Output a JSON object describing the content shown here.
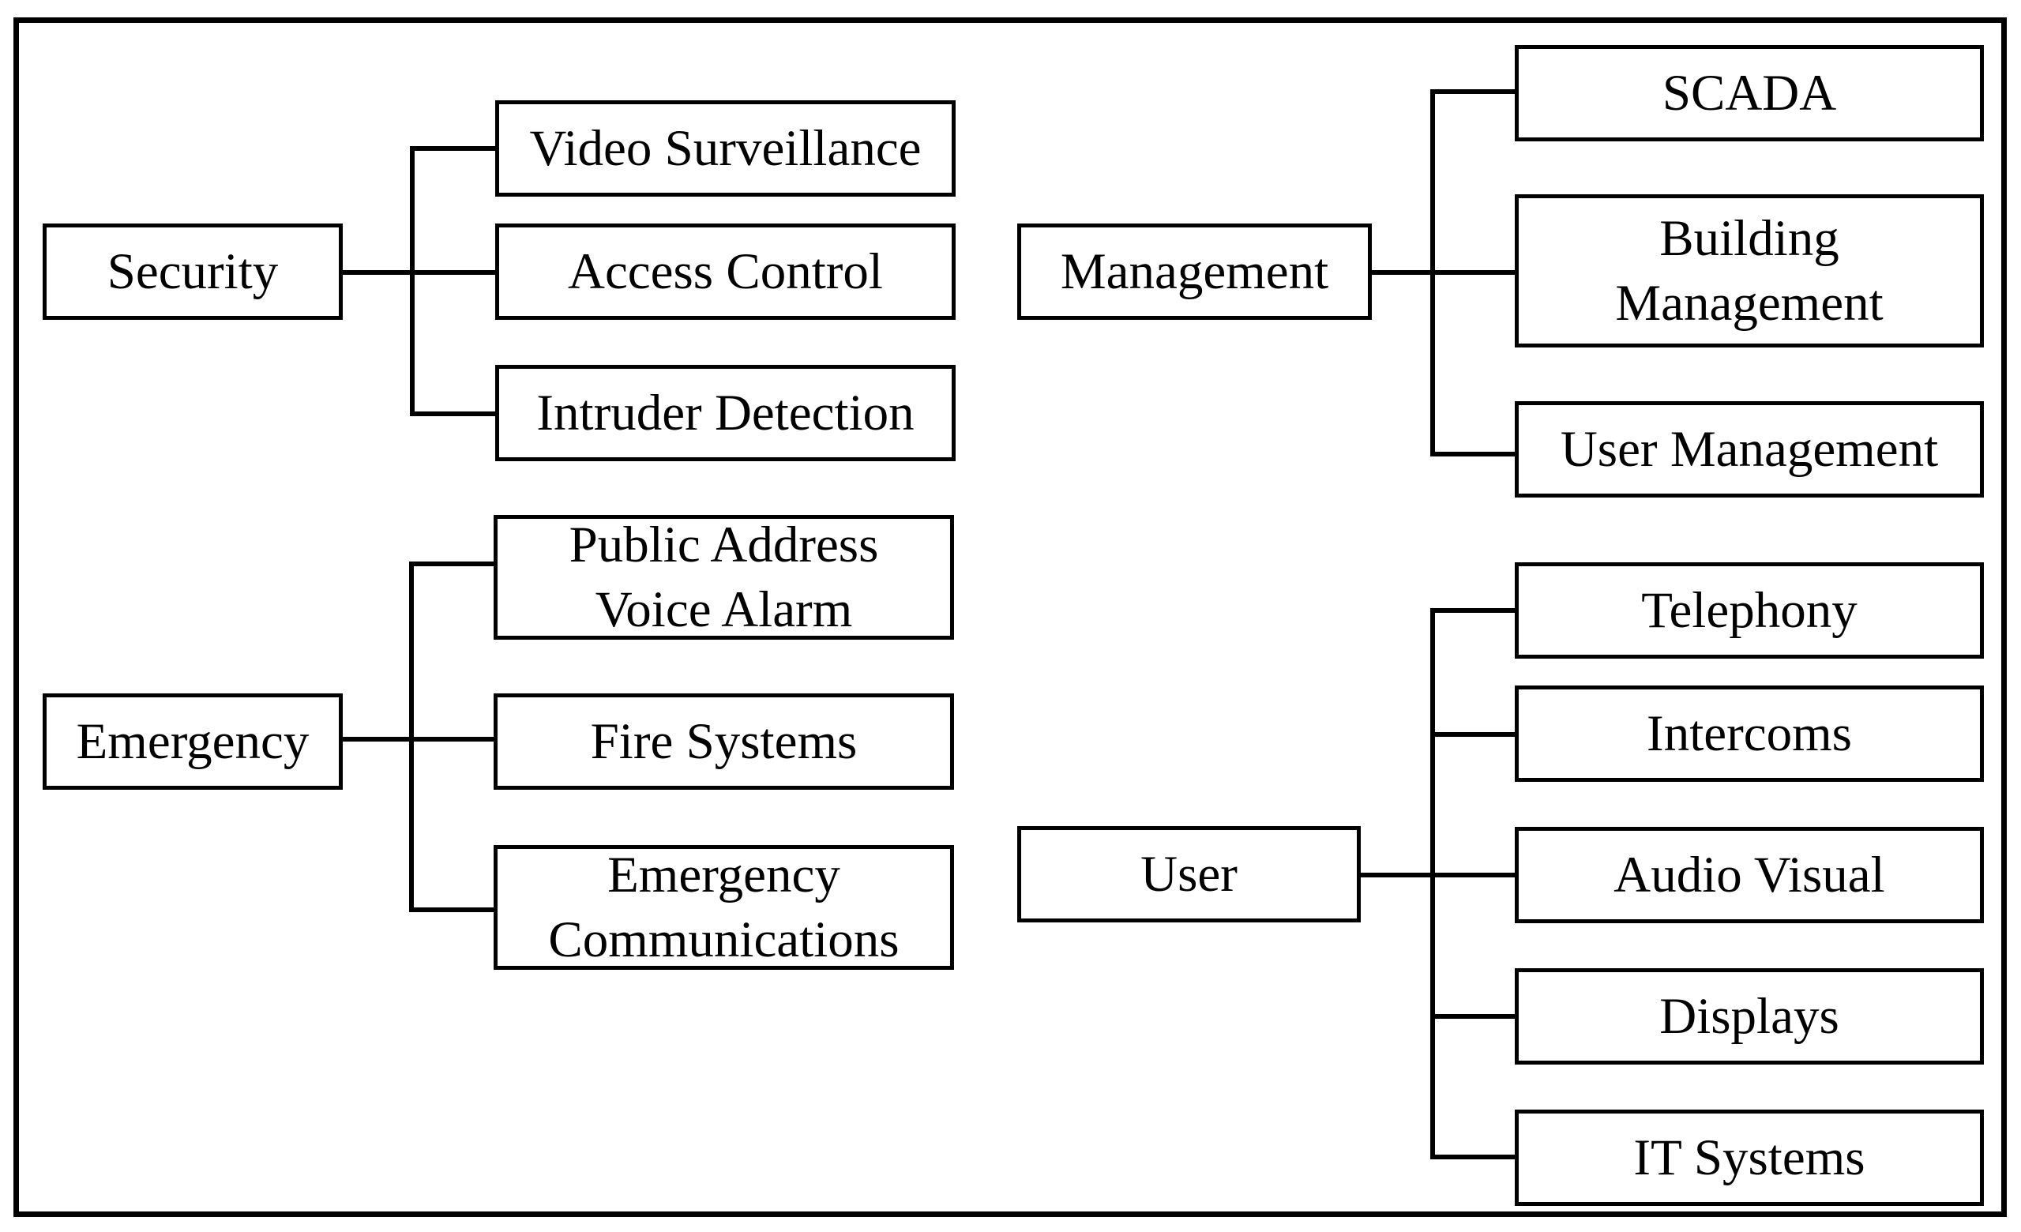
{
  "diagram": {
    "groups": [
      {
        "key": "security",
        "label": "Security",
        "children": [
          {
            "key": "video",
            "lines": [
              "Video Surveillance"
            ]
          },
          {
            "key": "access",
            "lines": [
              "Access Control"
            ]
          },
          {
            "key": "intruder",
            "lines": [
              "Intruder Detection"
            ]
          }
        ]
      },
      {
        "key": "emergency",
        "label": "Emergency",
        "children": [
          {
            "key": "pava",
            "lines": [
              "Public Address",
              "Voice Alarm"
            ]
          },
          {
            "key": "fire",
            "lines": [
              "Fire Systems"
            ]
          },
          {
            "key": "emcomms",
            "lines": [
              "Emergency",
              "Communications"
            ]
          }
        ]
      },
      {
        "key": "management",
        "label": "Management",
        "children": [
          {
            "key": "scada",
            "lines": [
              "SCADA"
            ]
          },
          {
            "key": "bms",
            "lines": [
              "Building",
              "Management"
            ]
          },
          {
            "key": "usermgmt",
            "lines": [
              "User Management"
            ]
          }
        ]
      },
      {
        "key": "user",
        "label": "User",
        "children": [
          {
            "key": "telephony",
            "lines": [
              "Telephony"
            ]
          },
          {
            "key": "intercoms",
            "lines": [
              "Intercoms"
            ]
          },
          {
            "key": "av",
            "lines": [
              "Audio Visual"
            ]
          },
          {
            "key": "displays",
            "lines": [
              "Displays"
            ]
          },
          {
            "key": "it",
            "lines": [
              "IT Systems"
            ]
          }
        ]
      }
    ]
  }
}
